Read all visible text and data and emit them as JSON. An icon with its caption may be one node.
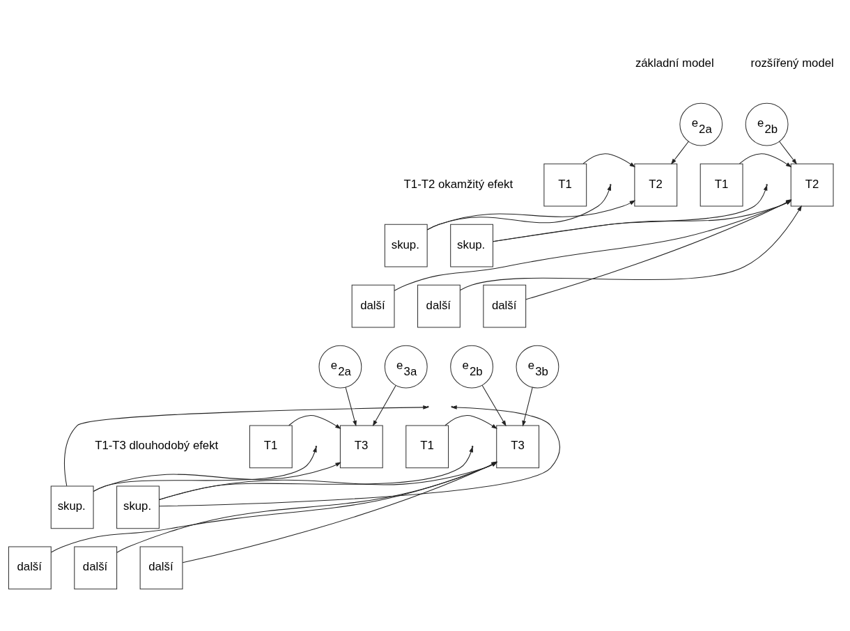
{
  "diagram": {
    "nodes": [
      {
        "text": [
          "T1"
        ]
      },
      {
        "text": [
          "T2"
        ]
      },
      {
        "text": [
          "skup."
        ]
      },
      {
        "text": [
          "e$_{2a}$"
        ]
      },
      {
        "text": [
          "T1"
        ]
      },
      {
        "text": [
          "T2"
        ]
      },
      {
        "text": [
          "skup."
        ]
      },
      {
        "text": [
          "e$_{2b}$"
        ]
      },
      {
        "text": [
          "další"
        ]
      },
      {
        "text": [
          "další"
        ]
      },
      {
        "text": [
          "další"
        ]
      },
      {
        "text": [
          "e$_{2a}$"
        ]
      },
      {
        "text": [
          "e$_{3a}$"
        ]
      },
      {
        "text": [
          "T1"
        ]
      },
      {
        "text": [
          "T3"
        ]
      },
      {
        "text": [
          "skup."
        ]
      },
      {
        "text": [
          "e$_{2b}$"
        ]
      },
      {
        "text": [
          "e$_{3b}$"
        ]
      },
      {
        "text": [
          "T1"
        ]
      },
      {
        "text": [
          "T3"
        ]
      },
      {
        "text": [
          "skup."
        ]
      },
      {
        "text": [
          "další"
        ]
      },
      {
        "text": [
          "další"
        ]
      },
      {
        "text": [
          "další"
        ]
      }
    ],
    "edges": [
      {
        "from": 3,
        "to": 1,
        "arrow": "to"
      },
      {
        "from": 0,
        "to": 1,
        "arrow": "to"
      },
      {
        "from": 2,
        "to": null,
        "arrow": "to"
      },
      {
        "from": 2,
        "to": 1,
        "arrow": "to"
      },
      {
        "from": 7,
        "to": 5,
        "arrow": "to"
      },
      {
        "from": 4,
        "to": 5,
        "arrow": "to"
      },
      {
        "from": 6,
        "to": null,
        "arrow": "to"
      },
      {
        "from": 6,
        "to": 5,
        "arrow": "to"
      },
      {
        "from": 8,
        "to": 5,
        "arrow": "to"
      },
      {
        "from": 9,
        "to": 5,
        "arrow": "to"
      },
      {
        "from": 10,
        "to": 5,
        "arrow": "to"
      },
      {
        "from": 11,
        "to": 14,
        "arrow": "to"
      },
      {
        "from": 12,
        "to": 14,
        "arrow": "to"
      },
      {
        "from": 13,
        "to": 14,
        "arrow": "to"
      },
      {
        "from": 15,
        "to": null,
        "arrow": "to"
      },
      {
        "from": 15,
        "to": null,
        "arrow": "to"
      },
      {
        "from": 15,
        "to": 14,
        "arrow": "to"
      },
      {
        "from": 16,
        "to": 19,
        "arrow": "to"
      },
      {
        "from": 17,
        "to": 19,
        "arrow": "to"
      },
      {
        "from": 18,
        "to": 19,
        "arrow": "to"
      },
      {
        "from": 20,
        "to": null,
        "arrow": "to"
      },
      {
        "from": 20,
        "to": null,
        "arrow": "to"
      },
      {
        "from": 20,
        "to": 19,
        "arrow": "to"
      },
      {
        "from": 21,
        "to": 19,
        "arrow": "to"
      },
      {
        "from": 22,
        "to": 19,
        "arrow": "to"
      },
      {
        "from": 23,
        "to": 19,
        "arrow": "to"
      }
    ],
    "labels": [
      "základní model",
      "rozšířený model",
      "T1-T2 okamžitý efekt",
      "T1-T3 dlouhodobý efekt"
    ]
  }
}
